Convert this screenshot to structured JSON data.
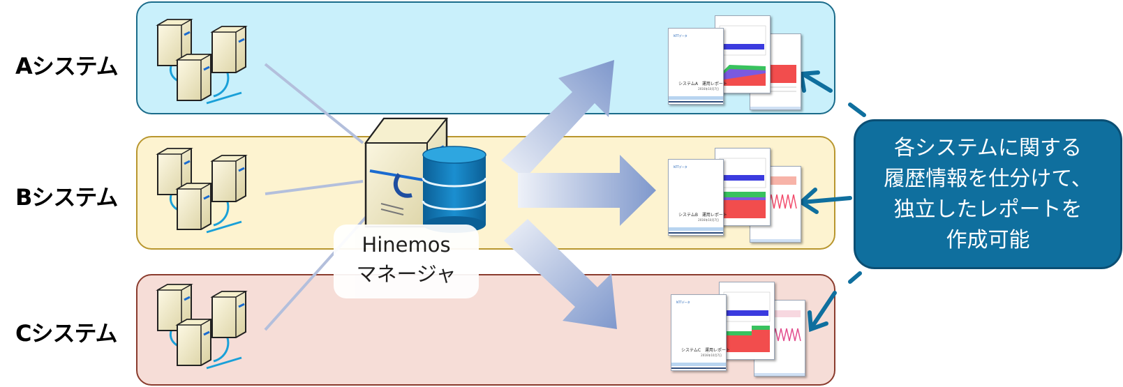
{
  "systems": [
    {
      "label": "Aシステム"
    },
    {
      "label": "Bシステム"
    },
    {
      "label": "Cシステム"
    }
  ],
  "manager": {
    "line1": "Hinemos",
    "line2": "マネージャ"
  },
  "callout": {
    "lines": [
      "各システムに関する",
      "履歴情報を仕分けて、",
      "独立したレポートを",
      "作成可能"
    ]
  },
  "reports": [
    {
      "cover_title": "システムA　運用レポート"
    },
    {
      "cover_title": "システムB　運用レポート"
    },
    {
      "cover_title": "システムC　運用レポート"
    }
  ],
  "colors": {
    "band_a": "#c9f0fb",
    "band_b": "#fdf3d0",
    "band_c": "#f6ddd7",
    "callout": "#0f6f9e",
    "arrow": "#7f98cc"
  }
}
